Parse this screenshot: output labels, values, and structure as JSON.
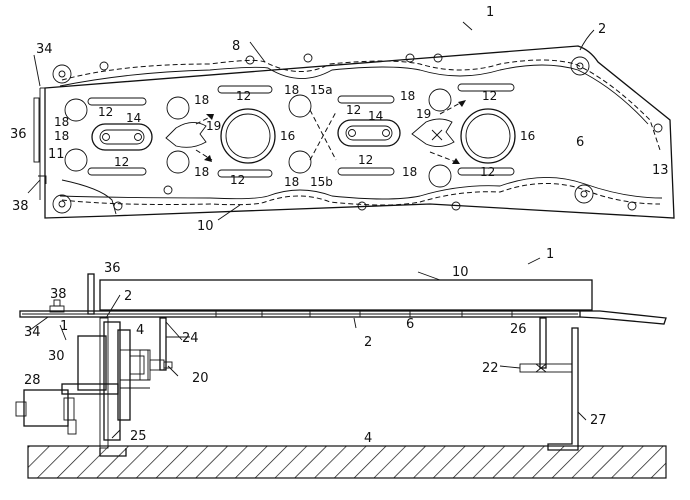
{
  "top_view": {
    "labels": {
      "n1": "1",
      "n2": "2",
      "n34": "34",
      "n8": "8",
      "n36": "36",
      "n11": "11",
      "n38": "38",
      "n10": "10",
      "n6": "6",
      "n13": "13",
      "n12a": "12",
      "n12b": "12",
      "n12c": "12",
      "n12d": "12",
      "n12e": "12",
      "n12f": "12",
      "n12g": "12",
      "n12h": "12",
      "n14a": "14",
      "n14b": "14",
      "n16a": "16",
      "n16b": "16",
      "n18a": "18",
      "n18b": "18",
      "n18c": "18",
      "n18d": "18",
      "n18e": "18",
      "n18f": "18",
      "n18g": "18",
      "n18h": "18",
      "n19a": "19",
      "n19b": "19",
      "n15a": "15a",
      "n15b": "15b"
    }
  },
  "side_view": {
    "labels": {
      "n1": "1",
      "n36": "36",
      "n10": "10",
      "n38": "38",
      "n2a": "2",
      "n2b": "2",
      "n34": "34",
      "n1b": "1",
      "n6": "6",
      "n26": "26",
      "n24": "24",
      "n4a": "4",
      "n30": "30",
      "n20": "20",
      "n22": "22",
      "n28": "28",
      "n25": "25",
      "n27": "27",
      "n4b": "4"
    }
  }
}
